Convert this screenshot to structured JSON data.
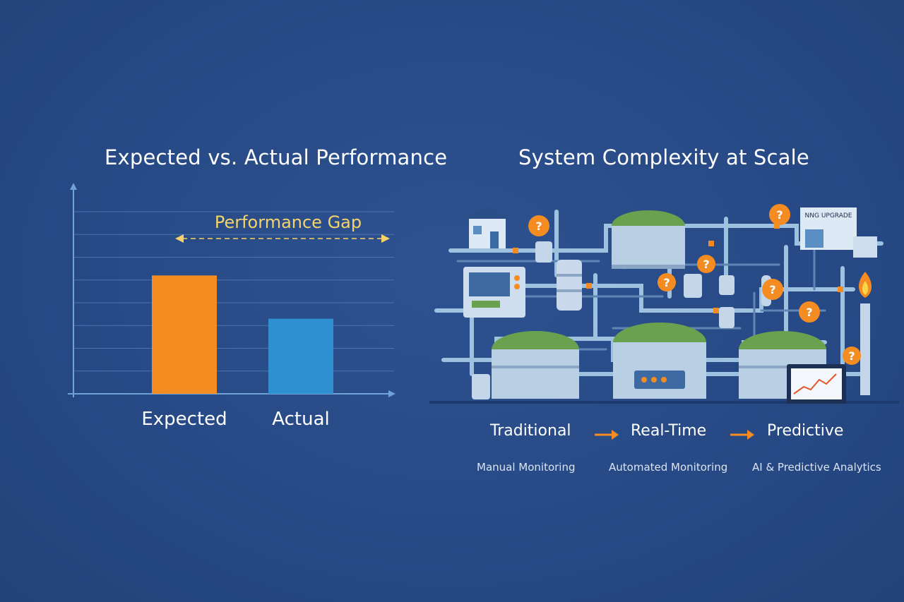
{
  "left_panel": {
    "title": "Expected vs. Actual Performance"
  },
  "right_panel": {
    "title": "System Complexity at Scale",
    "sign_text": "NNG UPGRADE",
    "timeline": [
      {
        "label": "Traditional",
        "sub": "Manual Monitoring"
      },
      {
        "label": "Real-Time",
        "sub": "Automated Monitoring"
      },
      {
        "label": "Predictive",
        "sub": "AI & Predictive Analytics"
      }
    ]
  },
  "colors": {
    "background": "#274a86",
    "expected_bar": "#f58c22",
    "actual_bar": "#2e8fd1",
    "gap_annotation": "#f5d36a",
    "axis": "#6fa3d8",
    "arrow": "#f58c22",
    "question_badge": "#f58c22"
  },
  "chart_data": {
    "type": "bar",
    "categories": [
      "Expected",
      "Actual"
    ],
    "values": [
      5.2,
      3.3
    ],
    "title": "Expected vs. Actual Performance",
    "xlabel": "",
    "ylabel": "",
    "ylim": [
      0,
      8
    ],
    "grid": true,
    "annotation": "Performance Gap"
  }
}
